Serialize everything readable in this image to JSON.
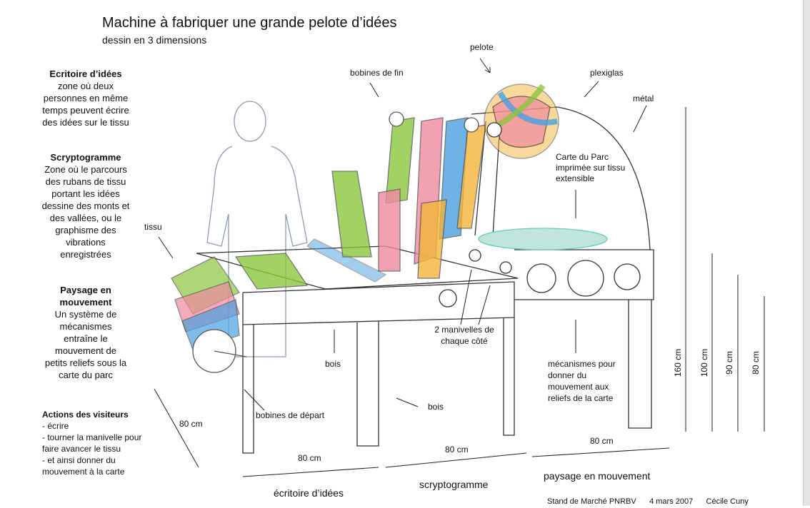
{
  "title": "Machine à fabriquer une grande pelote d’idées",
  "subtitle": "dessin en 3 dimensions",
  "left_notes": [
    {
      "heading": "Ecritoire d’idées",
      "body": "zone où deux personnes en même temps peuvent écrire des idées sur le tissu"
    },
    {
      "heading": "Scryptogramme",
      "body": "Zone où le parcours des rubans de tissu portant les idées dessine des monts et des vallées, ou le graphisme des vibrations enregistrées"
    },
    {
      "heading": "Paysage en mouvement",
      "body": "Un système de mécanismes entraîne le mouvement de petits reliefs sous la carte du parc"
    }
  ],
  "actions": {
    "heading": "Actions des visiteurs",
    "items": [
      "- écrire",
      "- tourner la manivelle pour faire avancer le tissu",
      "- et ainsi donner du mouvement à la carte"
    ]
  },
  "labels": {
    "pelote": "pelote",
    "bobines_fin": "bobines de fin",
    "plexiglas": "plexiglas",
    "metal": "métal",
    "tissu": "tissu",
    "carte": "Carte du Parc imprimée sur tissu extensible",
    "manivelles": "2 manivelles de chaque côté",
    "bois1": "bois",
    "bois2": "bois",
    "bobines_depart": "bobines de départ",
    "mecanismes": "mécanismes pour donner du mouvement aux reliefs de la carte"
  },
  "dimensions": {
    "d1": "80 cm",
    "d2": "80 cm",
    "d3": "80 cm",
    "d4": "80 cm",
    "h1": "160 cm",
    "h2": "100 cm",
    "h3": "90 cm",
    "h4": "80 cm"
  },
  "zones": {
    "z1": "écritoire d’idées",
    "z2": "scryptogramme",
    "z3": "paysage en mouvement"
  },
  "footer": "Stand de Marché PNRBV      4 mars 2007      Cécile Cuny",
  "colors": {
    "green": "#8cc63e",
    "pink": "#f08aa0",
    "blue": "#4aa0e0",
    "yellow": "#f5b53a"
  }
}
